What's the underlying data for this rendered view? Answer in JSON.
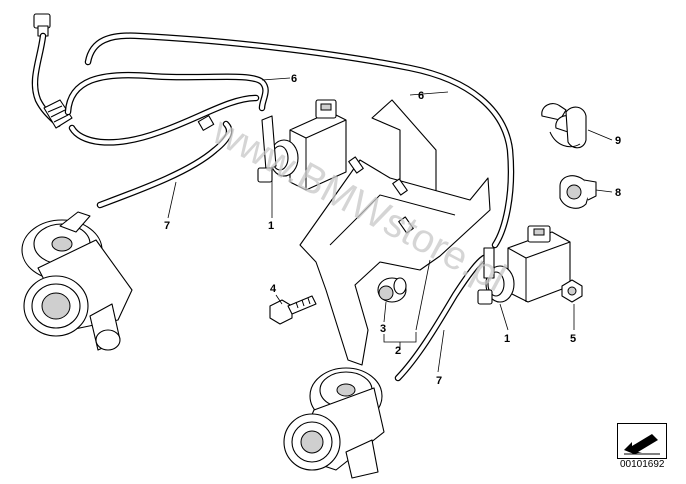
{
  "watermark": "www.BMWstore.pl",
  "catalog_number": "00101692",
  "callouts": {
    "c1a": "1",
    "c1b": "1",
    "c2": "2",
    "c3": "3",
    "c4": "4",
    "c5": "5",
    "c6a": "6",
    "c6b": "6",
    "c7a": "7",
    "c7b": "7",
    "c8": "8",
    "c9": "9"
  },
  "icons": {
    "nav": "arrow-icon"
  }
}
